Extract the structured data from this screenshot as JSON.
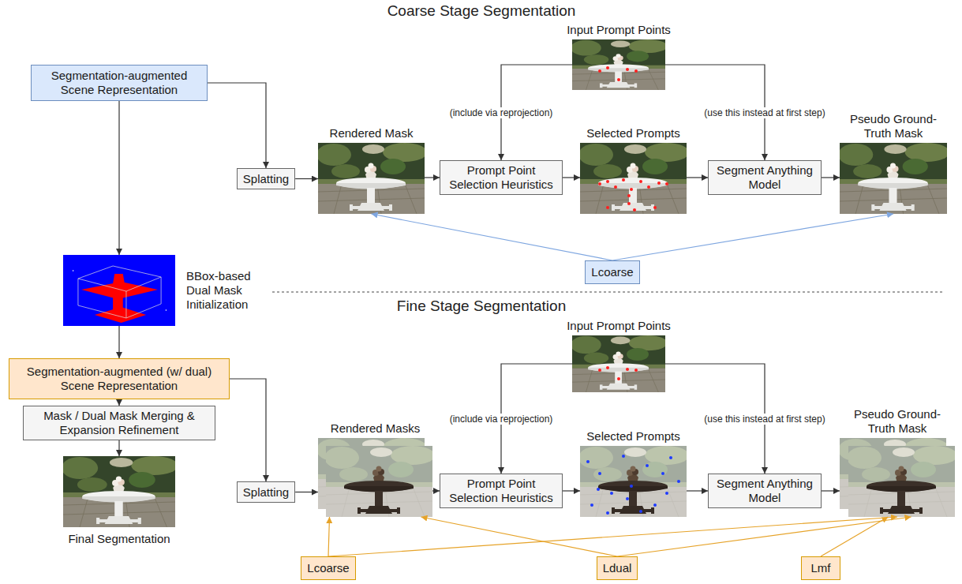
{
  "diagram": {
    "nodes": [
      {
        "text": [
          "Segmentation-augmented Scene Representation"
        ]
      },
      {
        "text": [
          "Splatting"
        ]
      },
      {
        "text": [
          "Rendered Mask"
        ]
      },
      {
        "text": [
          "Prompt Point Selection Heuristics"
        ]
      },
      {
        "text": [
          "Input Prompt Points"
        ]
      },
      {
        "text": [
          "Selected Prompts"
        ]
      },
      {
        "text": [
          "Segment Anything Model"
        ]
      },
      {
        "text": [
          "Pseudo Ground-Truth Mask"
        ]
      },
      {
        "text": [
          "Lcoarse"
        ]
      },
      {
        "text": [
          "BBox-based Dual Mask Initialization"
        ]
      },
      {
        "text": [
          "Segmentation-augmented (w/ dual) Scene Representation"
        ]
      },
      {
        "text": [
          "Mask / Dual Mask Merging & Expansion Refinement"
        ]
      },
      {
        "text": [
          "Final Segmentation"
        ]
      },
      {
        "text": [
          "Splatting"
        ]
      },
      {
        "text": [
          "Rendered Masks"
        ]
      },
      {
        "text": [
          "Prompt Point Selection Heuristics"
        ]
      },
      {
        "text": [
          "Input Prompt Points"
        ]
      },
      {
        "text": [
          "Selected Prompts"
        ]
      },
      {
        "text": [
          "Segment Anything Model"
        ]
      },
      {
        "text": [
          "Pseudo Ground-Truth Mask"
        ]
      },
      {
        "text": [
          "Lcoarse"
        ]
      },
      {
        "text": [
          "Ldual"
        ]
      },
      {
        "text": [
          "Lmf"
        ]
      }
    ],
    "edges": [
      {
        "from": 0,
        "to": 1,
        "arrow": "to"
      },
      {
        "from": 0,
        "to": 9,
        "arrow": "to"
      },
      {
        "from": 1,
        "to": 2,
        "arrow": "to"
      },
      {
        "from": 2,
        "to": 3,
        "arrow": "to"
      },
      {
        "from": 4,
        "to": 3,
        "label": "(include via reprojection)",
        "arrow": "to"
      },
      {
        "from": 3,
        "to": 5,
        "arrow": "to"
      },
      {
        "from": 4,
        "to": 6,
        "label": "(use this instead at first step)",
        "arrow": "to"
      },
      {
        "from": 5,
        "to": 6,
        "arrow": "to"
      },
      {
        "from": 6,
        "to": 7,
        "arrow": "to"
      },
      {
        "from": 8,
        "to": 2,
        "arrow": "to"
      },
      {
        "from": 8,
        "to": 7,
        "arrow": "to"
      },
      {
        "from": 9,
        "to": 10,
        "arrow": "to"
      },
      {
        "from": 10,
        "to": 11,
        "arrow": "to"
      },
      {
        "from": 11,
        "to": 12,
        "arrow": "to"
      },
      {
        "from": 10,
        "to": 13,
        "arrow": "to"
      },
      {
        "from": 13,
        "to": 14,
        "arrow": "to"
      },
      {
        "from": 14,
        "to": 15,
        "arrow": "to"
      },
      {
        "from": 16,
        "to": 15,
        "label": "(include via reprojection)",
        "arrow": "to"
      },
      {
        "from": 15,
        "to": 17,
        "arrow": "to"
      },
      {
        "from": 16,
        "to": 18,
        "label": "(use this instead at first step)",
        "arrow": "to"
      },
      {
        "from": 17,
        "to": 18,
        "arrow": "to"
      },
      {
        "from": 18,
        "to": 19,
        "arrow": "to"
      },
      {
        "from": 20,
        "to": 14,
        "arrow": "to"
      },
      {
        "from": 20,
        "to": 19,
        "arrow": "to"
      },
      {
        "from": 21,
        "to": 14,
        "arrow": "to"
      },
      {
        "from": 21,
        "to": 19,
        "arrow": "to"
      },
      {
        "from": 22,
        "to": 19,
        "arrow": "to"
      }
    ],
    "labels": [
      "Coarse Stage Segmentation",
      "Fine Stage Segmentation"
    ]
  }
}
